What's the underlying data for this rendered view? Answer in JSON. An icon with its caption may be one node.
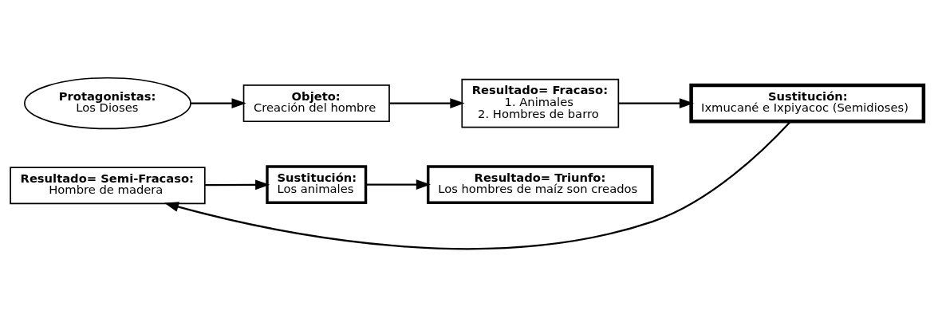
{
  "diagram": {
    "nodes": [
      {
        "text": [
          "Protagonistas:",
          "Los Dioses"
        ]
      },
      {
        "text": [
          "Objeto:",
          "Creación del hombre"
        ]
      },
      {
        "text": [
          "Resultado= Fracaso:",
          "1. Animales",
          "2. Hombres de barro"
        ]
      },
      {
        "text": [
          "Sustitución:",
          "Ixmucané e Ixpiyacoc (Semidioses)"
        ]
      },
      {
        "text": [
          "Resultado= Semi-Fracaso:",
          "Hombre de madera"
        ]
      },
      {
        "text": [
          "Sustitución:",
          "Los animales"
        ]
      },
      {
        "text": [
          "Resultado= Triunfo:",
          "Los hombres de maíz son creados"
        ]
      }
    ],
    "edges": [
      {
        "from": 0,
        "to": 1,
        "arrow": "to"
      },
      {
        "from": 1,
        "to": 2,
        "arrow": "to"
      },
      {
        "from": 2,
        "to": 3,
        "arrow": "to"
      },
      {
        "from": 3,
        "to": 4,
        "arrow": "to"
      },
      {
        "from": 4,
        "to": 5,
        "arrow": "to"
      },
      {
        "from": 5,
        "to": 6,
        "arrow": "to"
      }
    ]
  }
}
